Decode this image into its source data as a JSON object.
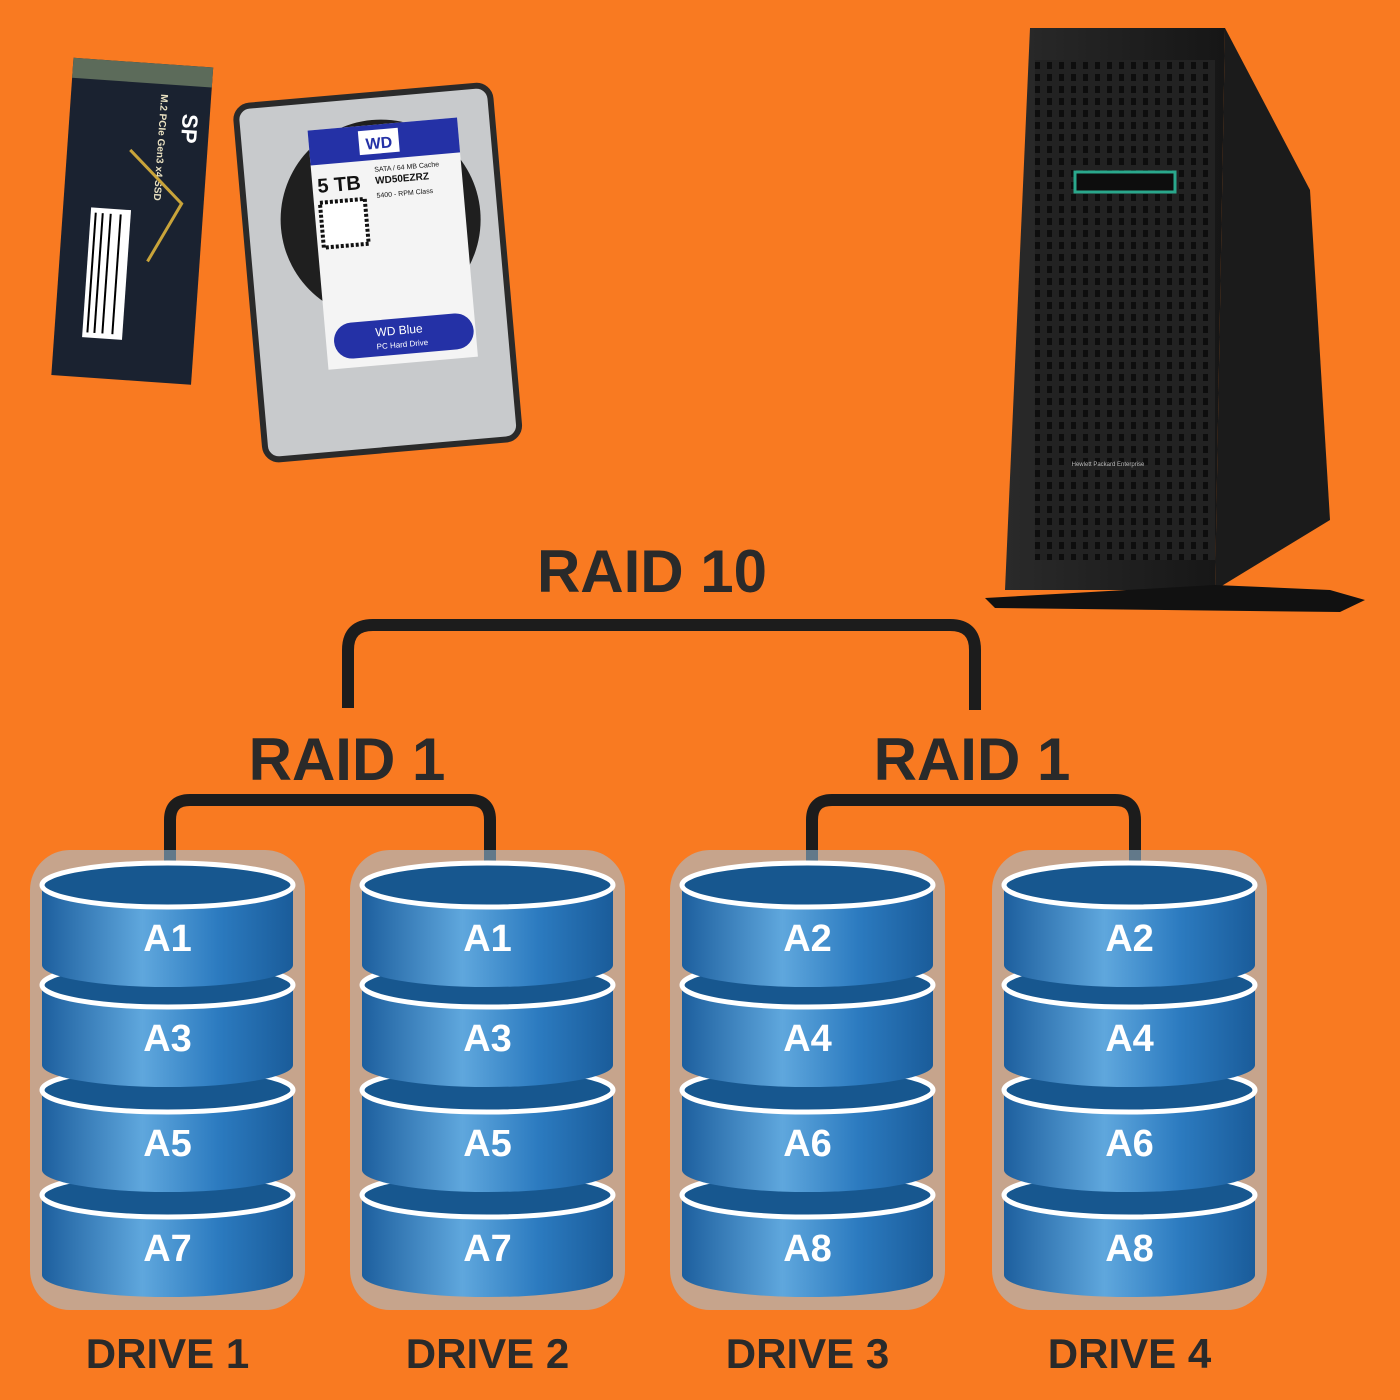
{
  "colors": {
    "background": "#F97A21",
    "connector": "#1C1C1C",
    "disk_body": "#2E7CC0",
    "disk_top": "#17578F",
    "disk_ring": "#FFFFFF",
    "text_dark": "#2A2A2A"
  },
  "hardware": {
    "ssd": {
      "brand": "SP",
      "label": "M.2 PCIe Gen3 x4 SSD"
    },
    "hdd": {
      "brand": "WD",
      "capacity": "5 TB",
      "spec1": "SATA / 64 MB Cache",
      "model": "WD50EZRZ",
      "spec2": "5400 - RPM Class",
      "product": "WD Blue",
      "subtitle": "PC Hard Drive"
    },
    "server": {
      "brand": "Hewlett Packard Enterprise"
    }
  },
  "raid": {
    "top_label": "RAID 10",
    "groups": [
      {
        "label": "RAID 1",
        "drives": [
          {
            "name": "DRIVE 1",
            "blocks": [
              "A1",
              "A3",
              "A5",
              "A7"
            ]
          },
          {
            "name": "DRIVE 2",
            "blocks": [
              "A1",
              "A3",
              "A5",
              "A7"
            ]
          }
        ]
      },
      {
        "label": "RAID 1",
        "drives": [
          {
            "name": "DRIVE 3",
            "blocks": [
              "A2",
              "A4",
              "A6",
              "A8"
            ]
          },
          {
            "name": "DRIVE 4",
            "blocks": [
              "A2",
              "A4",
              "A6",
              "A8"
            ]
          }
        ]
      }
    ]
  }
}
